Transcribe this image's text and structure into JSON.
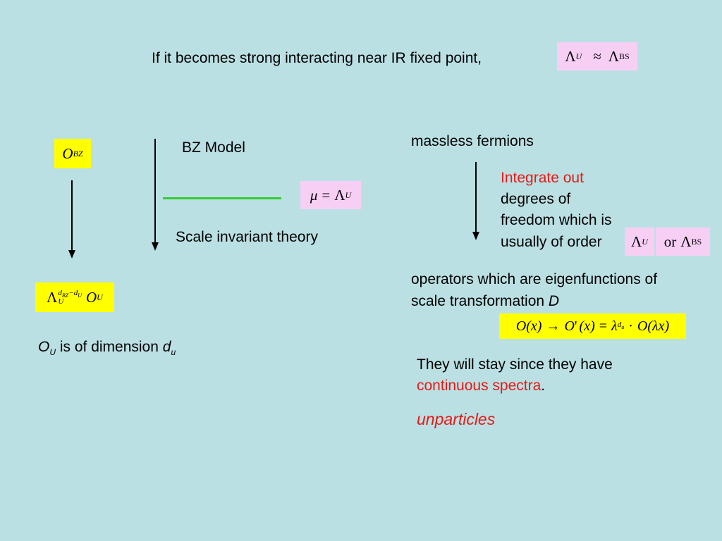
{
  "top": {
    "text": "If it becomes strong interacting near IR fixed point,",
    "formula": {
      "lambda": "Λ",
      "u": "U",
      "approx": "≈",
      "bs": "BS"
    }
  },
  "left": {
    "o_bz": {
      "o": "O",
      "sub": "BZ"
    },
    "bz_model": "BZ Model",
    "mu_formula": {
      "mu": "μ",
      "eq": "=",
      "lambda": "Λ",
      "u": "U"
    },
    "scale_invariant": "Scale invariant theory",
    "result_formula": {
      "lambda": "Λ",
      "sup_d": "d",
      "sup_bz": "BZ",
      "sup_minus": "−",
      "sup_du": "d",
      "sup_u": "U",
      "sub_u": "U",
      "o": "O",
      "o_sub": "U"
    },
    "dimension": {
      "o": "O",
      "o_sub": "U",
      "text": " is of dimension ",
      "d": "d",
      "d_sub": "u"
    }
  },
  "right": {
    "massless": "massless fermions",
    "integrate_out": "Integrate out",
    "line2": "degrees of",
    "line3": "freedom which is",
    "line4": "usually of order",
    "lambda_box": {
      "lambda": "Λ",
      "u": "U"
    },
    "or_box": {
      "or": "or",
      "lambda": "Λ",
      "bs": "BS"
    },
    "operators_line1": "operators which are eigenfunctions of",
    "operators_line2": "scale transformation ",
    "operators_d": "D",
    "transform": {
      "o1": "O",
      "x1": "(x)",
      "arrow": "→",
      "o2": "O",
      "prime": "'",
      "x2": "(x)",
      "eq": "=",
      "lam": "λ",
      "sup_d": "d",
      "sup_u": "u",
      "dot": "·",
      "o3": "O",
      "x3": "(λx)"
    },
    "stay_line1": "They will stay since they have",
    "stay_line2": "continuous spectra",
    "stay_period": ".",
    "unparticles": "unparticles"
  },
  "colors": {
    "background": "#bbe0e3",
    "red": "#e41b17",
    "green": "#33cc33",
    "yellow": "#ffff00",
    "pink": "#f7cff5"
  }
}
